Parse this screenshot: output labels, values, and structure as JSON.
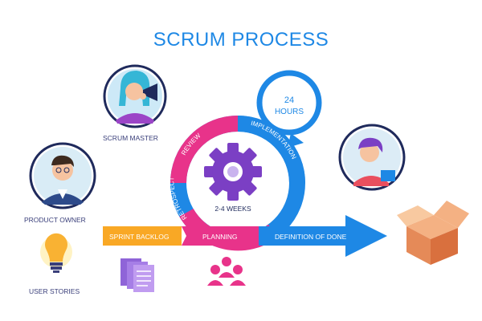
{
  "title": "SCRUM PROCESS",
  "roles": {
    "scrum_master": "SCRUM MASTER",
    "product_owner": "PRODUCT OWNER",
    "user_stories": "USER STORIES"
  },
  "cycle": {
    "review": "REVIEW",
    "implementation": "IMPLEMENTATION",
    "retrospect": "RETROSPECT",
    "duration": "2-4 WEEKS",
    "daily_number": "24",
    "daily_unit": "HOURS"
  },
  "flow": {
    "sprint_backlog": "SPRINT BACKLOG",
    "planning": "PLANNING",
    "definition_of_done": "DEFINITION OF DONE"
  },
  "colors": {
    "blue": "#1e88e5",
    "pink": "#e8338a",
    "purple": "#7b3fc4",
    "orange": "#f9a825",
    "navy": "#1f2a5c"
  },
  "icons": [
    "scrum-master-avatar",
    "product-owner-avatar",
    "developer-avatar",
    "gear-icon",
    "lightbulb-icon",
    "documents-icon",
    "team-icon",
    "box-icon"
  ]
}
